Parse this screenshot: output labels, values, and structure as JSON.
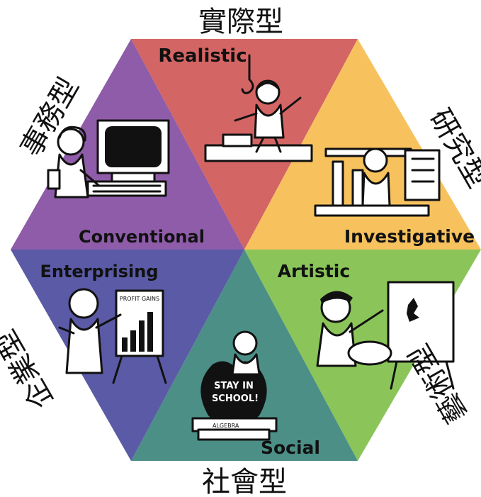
{
  "diagram": {
    "types": [
      {
        "key": "realistic",
        "label_en": "Realistic",
        "label_zh": "實際型",
        "color": "#d46565"
      },
      {
        "key": "investigative",
        "label_en": "Investigative",
        "label_zh": "研究型",
        "color": "#f7c25e"
      },
      {
        "key": "artistic",
        "label_en": "Artistic",
        "label_zh": "藝術型",
        "color": "#8bc55a"
      },
      {
        "key": "social",
        "label_en": "Social",
        "label_zh": "社會型",
        "color": "#4c8f86"
      },
      {
        "key": "enterprising",
        "label_en": "Enterprising",
        "label_zh": "企業型",
        "color": "#5a5aa6"
      },
      {
        "key": "conventional",
        "label_en": "Conventional",
        "label_zh": "事務型",
        "color": "#8e5ca8"
      }
    ],
    "illustrations": {
      "chart_title": "PROFIT GAINS",
      "apple_text": [
        "STAY IN",
        "SCHOOL!"
      ],
      "book_label": "ALGEBRA"
    }
  }
}
